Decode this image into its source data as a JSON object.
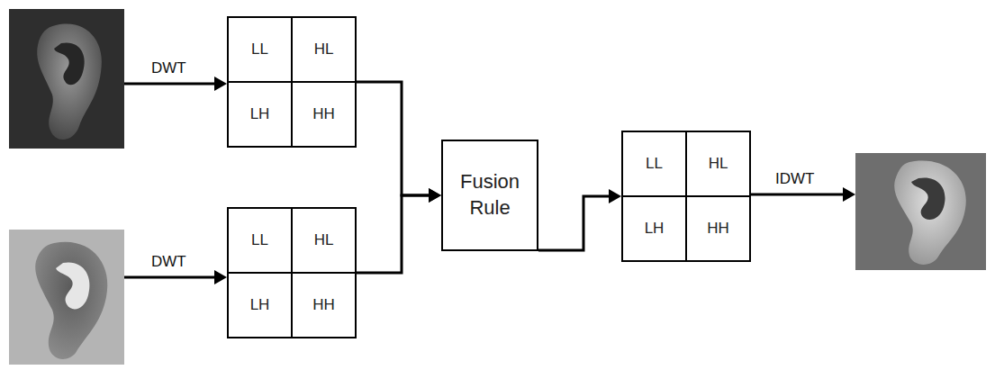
{
  "diagram": {
    "nodes": [
      {
        "text": [
          "LL"
        ]
      },
      {
        "text": [
          "HL"
        ]
      },
      {
        "text": [
          "LH"
        ]
      },
      {
        "text": [
          "HH"
        ]
      },
      {
        "text": [
          "Fusion Rule"
        ]
      },
      {
        "text": [
          "LL"
        ]
      },
      {
        "text": [
          "HL"
        ]
      },
      {
        "text": [
          "LH"
        ]
      },
      {
        "text": [
          "HH"
        ]
      },
      {
        "text": [
          "LL"
        ]
      },
      {
        "text": [
          "HL"
        ]
      },
      {
        "text": [
          "LH"
        ]
      },
      {
        "text": [
          "HH"
        ]
      }
    ],
    "edges": [
      {
        "from": 1,
        "to": 4,
        "arrow": "to"
      },
      {
        "from": 10,
        "to": 4,
        "arrow": "to"
      },
      {
        "from": 4,
        "to": 5,
        "arrow": "to"
      }
    ],
    "labels": [
      "DWT",
      "DWT",
      "IDWT"
    ]
  }
}
